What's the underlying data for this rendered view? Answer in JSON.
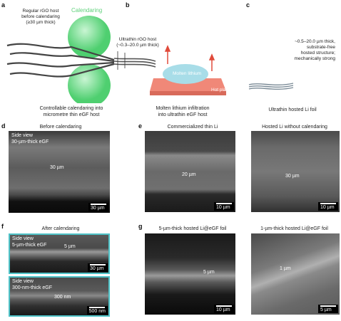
{
  "panels": {
    "a": {
      "label": "a",
      "host_text": "Regular rGO host\nbefore calendaring\n(≥30 µm thick)",
      "roller_label": "Calendaring",
      "thin_host_text": "Ultrathin rGO host\n(~0.3–20.0 µm thick)",
      "caption": "Controllable calendaring into\nmicrometre thin eGF host"
    },
    "b": {
      "label": "b",
      "molten_label": "Molten lithium",
      "hotplate_label": "Hot plate",
      "caption": "Molten lithium infiltration\ninto ultrathin eGF host"
    },
    "c": {
      "label": "c",
      "desc": "~0.5–20.0 µm thick,\nsubstrate-free\nhosted structure;\nmechanically strong",
      "caption": "Ultrathin hosted Li foil"
    },
    "d": {
      "label": "d",
      "title": "Before calendaring",
      "side_view": "Side view",
      "sample": "30-µm-thick eGF",
      "thickness": "30 µm",
      "scale": "30 µm"
    },
    "e": {
      "label": "e",
      "left_title": "Commercialized thin Li",
      "left_thickness": "20 µm",
      "left_scale": "10 µm",
      "right_title": "Hosted Li without calendaring",
      "right_thickness": "30 µm",
      "right_scale": "10 µm"
    },
    "f": {
      "label": "f",
      "title": "After calendaring",
      "top_side_view": "Side view",
      "top_sample": "5-µm-thick eGF",
      "top_thickness": "5 µm",
      "top_scale": "30 µm",
      "bottom_side_view": "Side view",
      "bottom_sample": "300-nm-thick eGF",
      "bottom_thickness": "300 nm",
      "bottom_scale": "500 nm"
    },
    "g": {
      "label": "g",
      "left_title": "5-µm-thick hosted Li@eGF foil",
      "left_thickness": "5 µm",
      "left_scale": "10 µm",
      "right_title": "1-µm-thick hosted Li@eGF foil",
      "right_thickness": "1 µm",
      "right_scale": "5 µm"
    }
  },
  "colors": {
    "roller": "#6fdc8c",
    "molten": "#a8dde8",
    "hotplate": "#f08878",
    "inset_border": "#4fc3c8"
  }
}
